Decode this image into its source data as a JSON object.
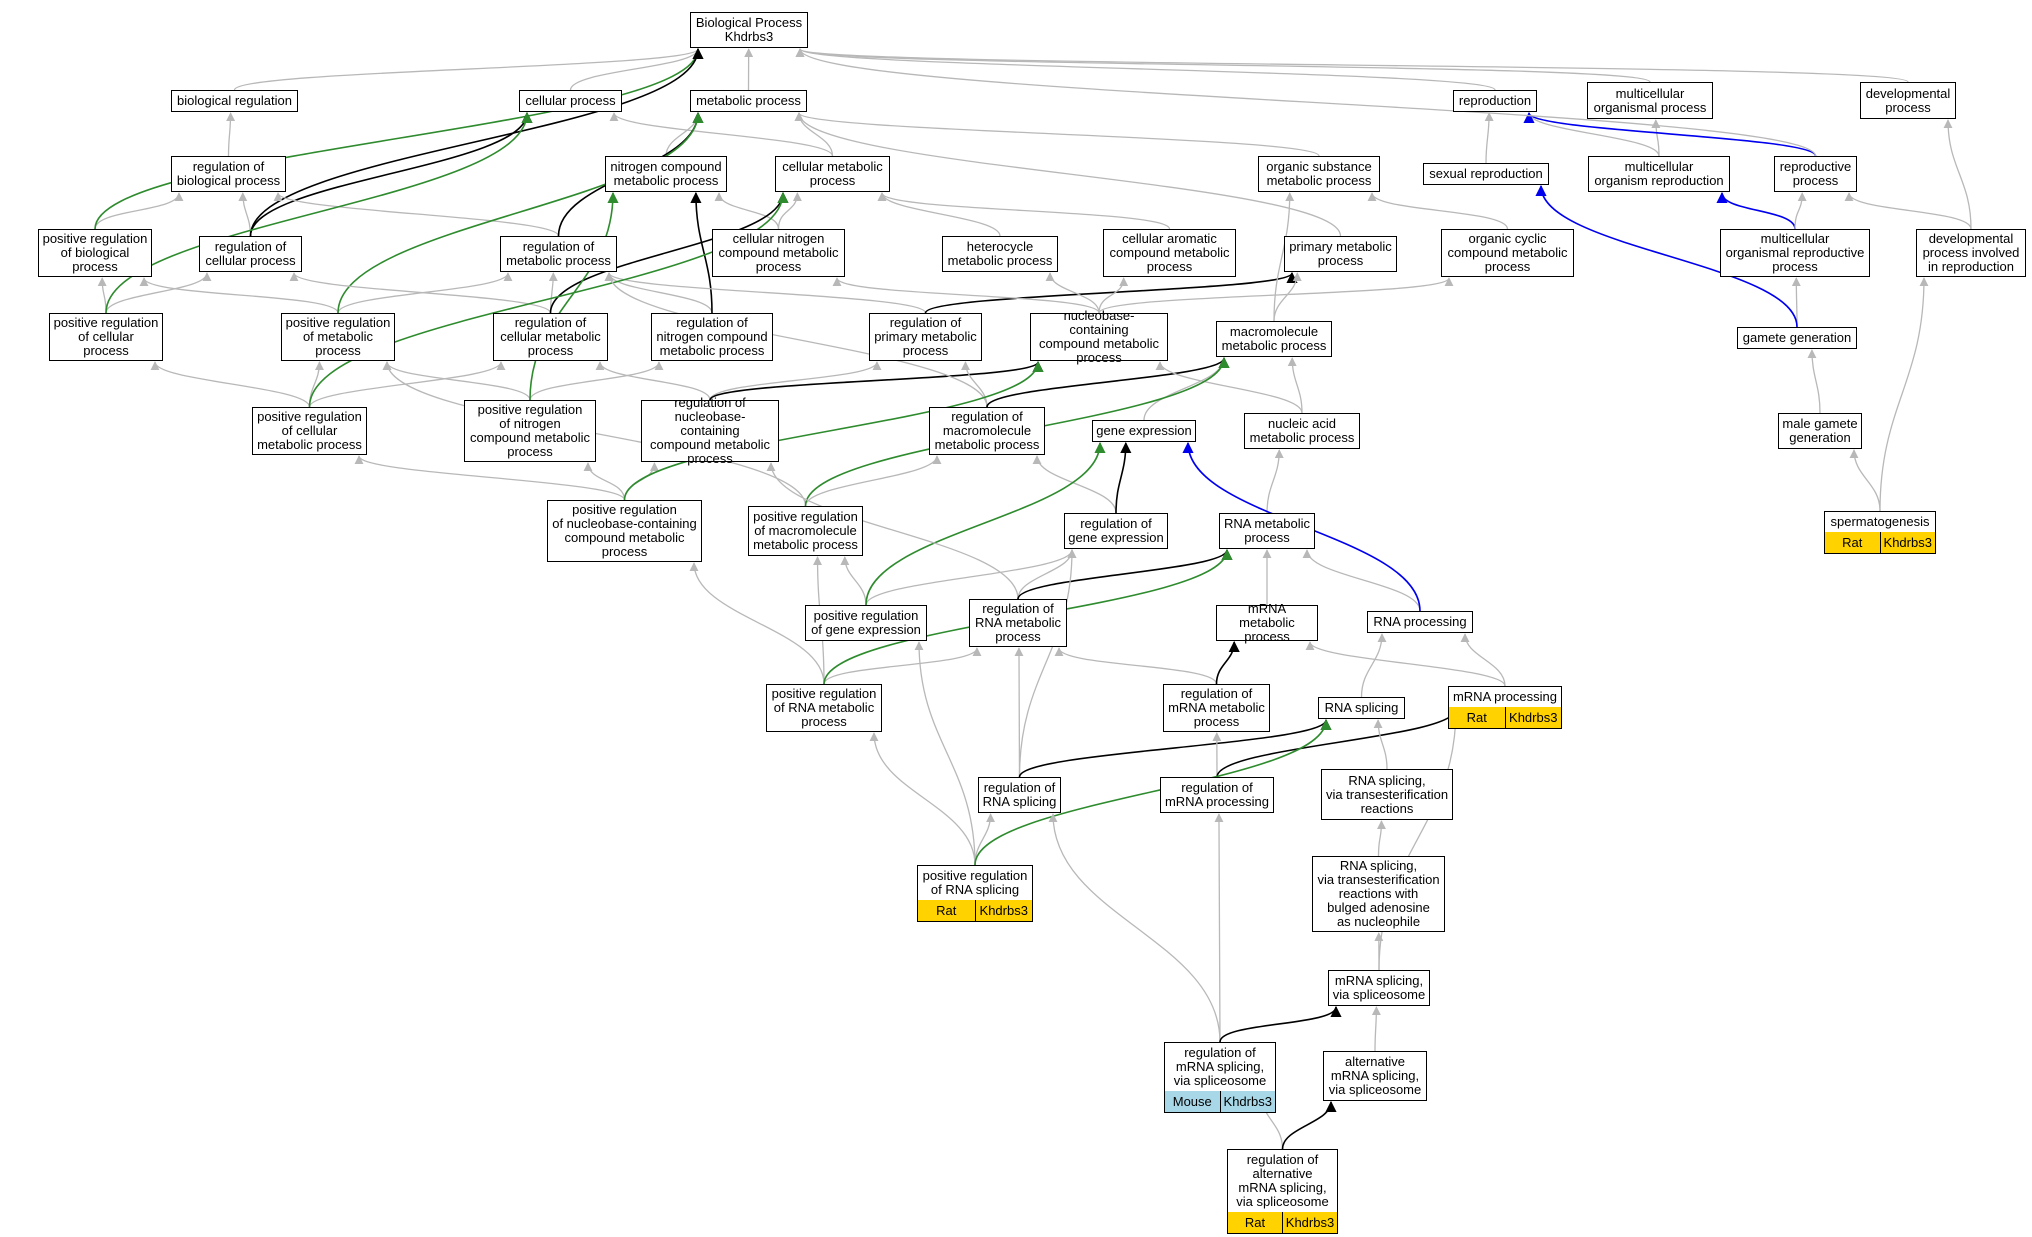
{
  "colors": {
    "grey": "#b8b8b8",
    "black": "#000000",
    "green": "#2e8b2e",
    "blue": "#0000ee",
    "rat": "#ffd200",
    "mouse": "#a8d8e8"
  },
  "nodes": {
    "bp": "Biological Process\nKhdrbs3",
    "bioreg": "biological regulation",
    "cellproc": "cellular process",
    "metproc": "metabolic process",
    "repro": "reproduction",
    "multiorg": "multicellular\norganismal process",
    "devproc": "developmental\nprocess",
    "regbio": "regulation of\nbiological process",
    "nitro": "nitrogen compound\nmetabolic process",
    "cellmet": "cellular metabolic\nprocess",
    "orgsub": "organic substance\nmetabolic process",
    "sexrep": "sexual reproduction",
    "multirep": "multicellular\norganism reproduction",
    "reprop": "reproductive\nprocess",
    "posregbio": "positive regulation\nof biological\nprocess",
    "regcell": "regulation of\ncellular process",
    "regmet": "regulation of\nmetabolic process",
    "cellnitro": "cellular nitrogen\ncompound metabolic\nprocess",
    "hetero": "heterocycle\nmetabolic process",
    "aromatic": "cellular aromatic\ncompound metabolic\nprocess",
    "primary": "primary metabolic\nprocess",
    "orgcyc": "organic cyclic\ncompound metabolic\nprocess",
    "multirepproc": "multicellular\norganismal reproductive\nprocess",
    "devrepro": "developmental\nprocess involved\nin reproduction",
    "posregcell": "positive regulation\nof cellular\nprocess",
    "posregmet": "positive regulation\nof metabolic\nprocess",
    "regcellmet": "regulation of\ncellular metabolic\nprocess",
    "regnitro": "regulation of\nnitrogen compound\nmetabolic process",
    "regprim": "regulation of\nprimary metabolic\nprocess",
    "nucbase": "nucleobase-containing\ncompound metabolic\nprocess",
    "macromol": "macromolecule\nmetabolic process",
    "gamete": "gamete generation",
    "posregcellmet": "positive regulation\nof cellular\nmetabolic process",
    "posregnitro": "positive regulation\nof nitrogen\ncompound metabolic\nprocess",
    "regnuc": "regulation of\nnucleobase-containing\ncompound metabolic\nprocess",
    "regmacro": "regulation of\nmacromolecule\nmetabolic process",
    "geneexp": "gene expression",
    "nucacid": "nucleic acid\nmetabolic process",
    "male": "male gamete\ngeneration",
    "posregnuc": "positive regulation\nof nucleobase-containing\ncompound metabolic\nprocess",
    "posregmacro": "positive regulation\nof macromolecule\nmetabolic process",
    "reggene": "regulation of\ngene expression",
    "rnamet": "RNA metabolic\nprocess",
    "spermato": "spermatogenesis",
    "posreggene": "positive regulation\nof gene expression",
    "regrnamet": "regulation of\nRNA metabolic\nprocess",
    "mrnamet": "mRNA metabolic\nprocess",
    "rnaproc": "RNA processing",
    "posregrnamet": "positive regulation\nof RNA metabolic\nprocess",
    "regmrnamet": "regulation of\nmRNA metabolic\nprocess",
    "rnasplicing": "RNA splicing",
    "mrnaproc": "mRNA processing",
    "regrnasplice": "regulation of\nRNA splicing",
    "regmrnaproc": "regulation of\nmRNA processing",
    "rnatrans": "RNA splicing,\nvia transesterification\nreactions",
    "posregrnasplice": "positive regulation\nof RNA splicing",
    "bulged": "RNA splicing,\nvia transesterification\nreactions with\nbulged adenosine\nas nucleophile",
    "mrnasplice": "mRNA splicing,\nvia spliceosome",
    "regmrnasplice": "regulation of\nmRNA splicing,\nvia spliceosome",
    "altmrna": "alternative\nmRNA splicing,\nvia spliceosome",
    "regalt": "regulation of\nalternative\nmRNA splicing,\nvia spliceosome"
  },
  "annotations": {
    "spermato": [
      "Rat",
      "Khdrbs3"
    ],
    "mrnaproc": [
      "Rat",
      "Khdrbs3"
    ],
    "posregrnasplice": [
      "Rat",
      "Khdrbs3"
    ],
    "regmrnasplice": [
      "Mouse",
      "Khdrbs3"
    ],
    "regalt": [
      "Rat",
      "Khdrbs3"
    ]
  }
}
